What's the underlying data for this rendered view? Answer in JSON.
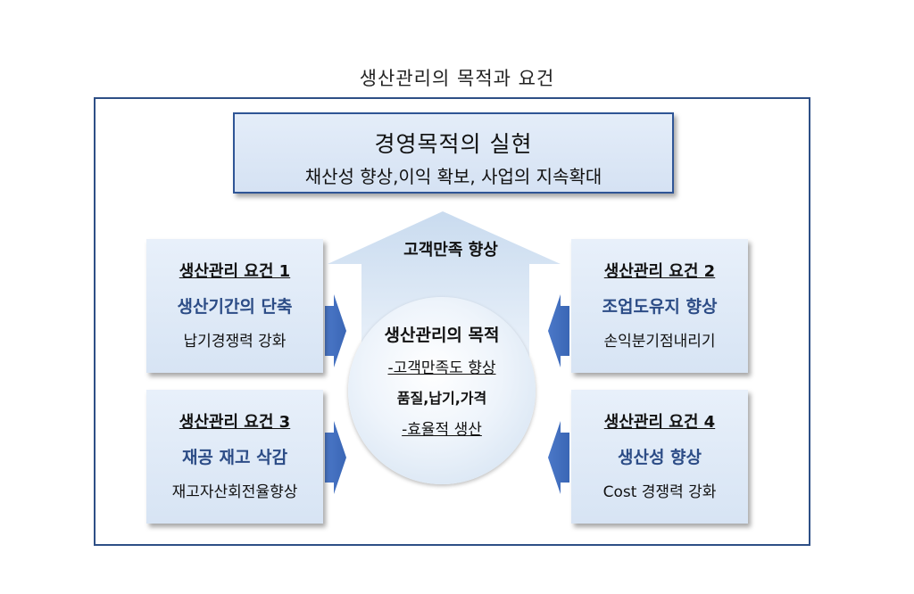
{
  "diagram_title": "생산관리의 목적과 요건",
  "top_box": {
    "title": "경영목적의 실현",
    "subtitle": "채산성 향상,이익 확보, 사업의 지속확대"
  },
  "center": {
    "arrow_label": "고객만족 향상",
    "title": "생산관리의 목적",
    "line1": "-고객만족도 향상",
    "line2": "품질,납기,가격",
    "line3": "-효율적 생산"
  },
  "requirements": [
    {
      "title": "생산관리 요건 1",
      "goal": "생산기간의 단축",
      "desc": "납기경쟁력 강화"
    },
    {
      "title": "생산관리 요건 2",
      "goal": "조업도유지 향상",
      "desc": "손익분기점내리기"
    },
    {
      "title": "생산관리 요건 3",
      "goal": "재공 재고 삭감",
      "desc": "재고자산회전율향상"
    },
    {
      "title": "생산관리 요건 4",
      "goal": "생산성 향상",
      "desc": "Cost 경쟁력 강화"
    }
  ],
  "colors": {
    "frame": "#2e4f86",
    "box_fill": "#dce7f5",
    "goal_text": "#2c4c86",
    "side_arrow": "#4472c4",
    "up_arrow": "#cfdff0"
  }
}
